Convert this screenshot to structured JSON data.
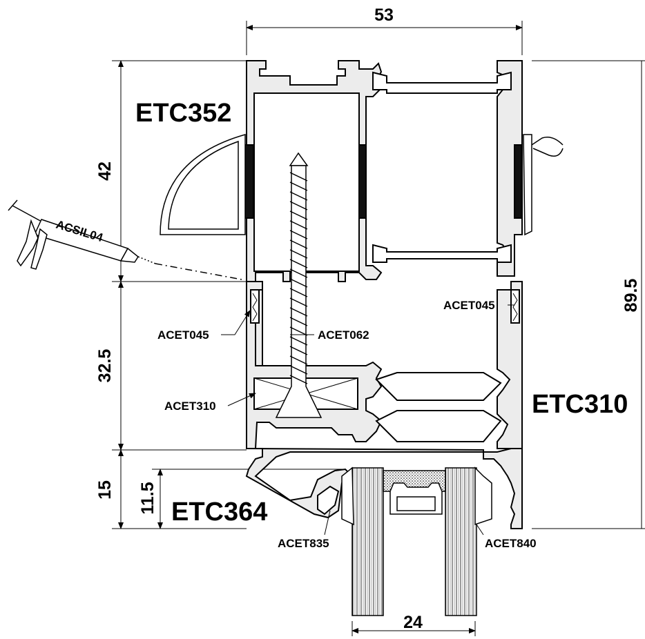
{
  "dimensions": {
    "top_width": "53",
    "upper_height": "42",
    "total_height": "89.5",
    "middle_height": "32.5",
    "lower_height": "15",
    "lower_small_height": "11.5",
    "glass_width": "24"
  },
  "profiles": {
    "upper": "ETC352",
    "middle": "ETC310",
    "lower": "ETC364"
  },
  "parts": {
    "sealant": "ACSIL04",
    "gasket_left": "ACET045",
    "gasket_right": "ACET045",
    "screw": "ACET062",
    "block": "ACET310",
    "glazing_left": "ACET835",
    "glazing_right": "ACET840"
  },
  "colors": {
    "line": "#000000",
    "profile_fill": "#ececec",
    "dark_seal": "#111111"
  }
}
